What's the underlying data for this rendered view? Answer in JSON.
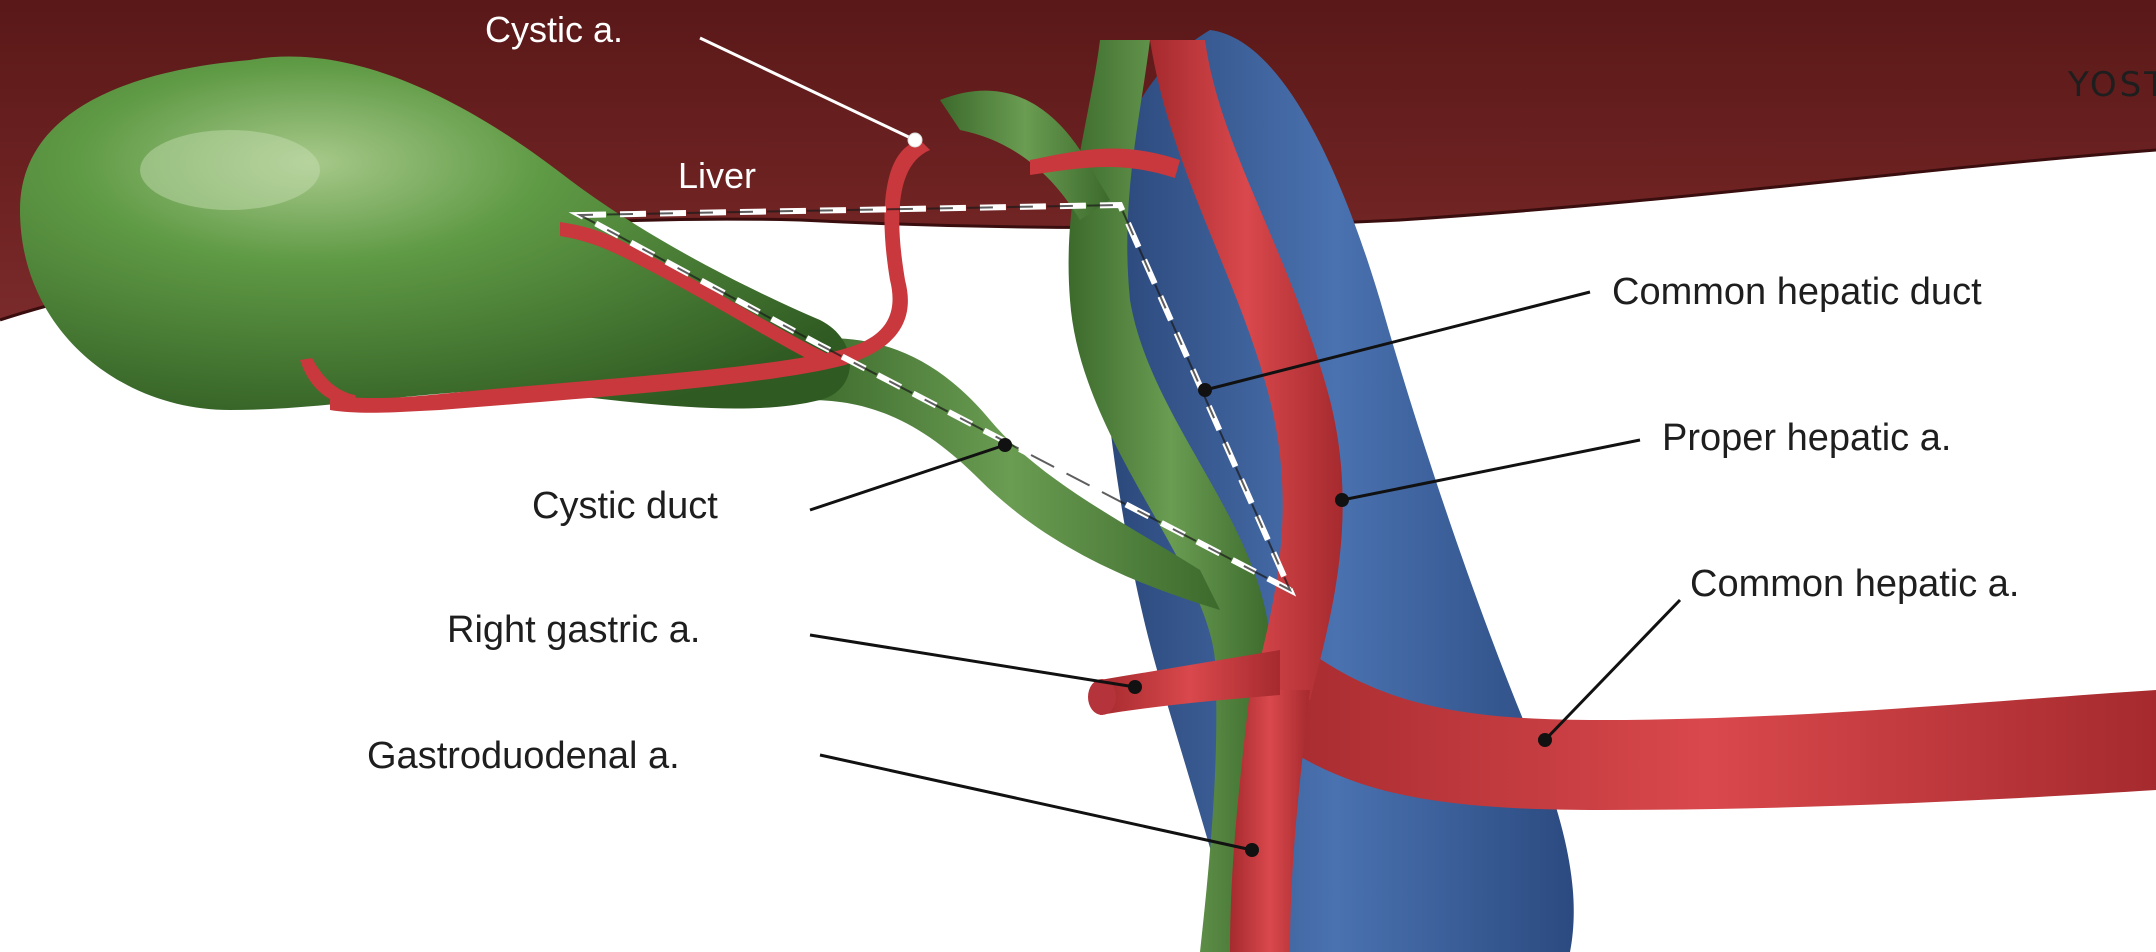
{
  "labels": {
    "cystic_artery": "Cystic a.",
    "liver": "Liver",
    "common_hepatic_duct": "Common hepatic duct",
    "proper_hepatic_artery": "Proper hepatic a.",
    "cystic_duct": "Cystic duct",
    "common_hepatic_artery": "Common hepatic a.",
    "right_gastric_artery": "Right gastric a.",
    "gastroduodenal_artery": "Gastroduodenal a."
  },
  "signature": "YOST",
  "colors": {
    "liver": "#6b2020",
    "gallbladder": "#4f8a3a",
    "bile_duct": "#4f7d3a",
    "artery": "#c8383c",
    "vein": "#3b5f9a",
    "background": "#ffffff"
  }
}
